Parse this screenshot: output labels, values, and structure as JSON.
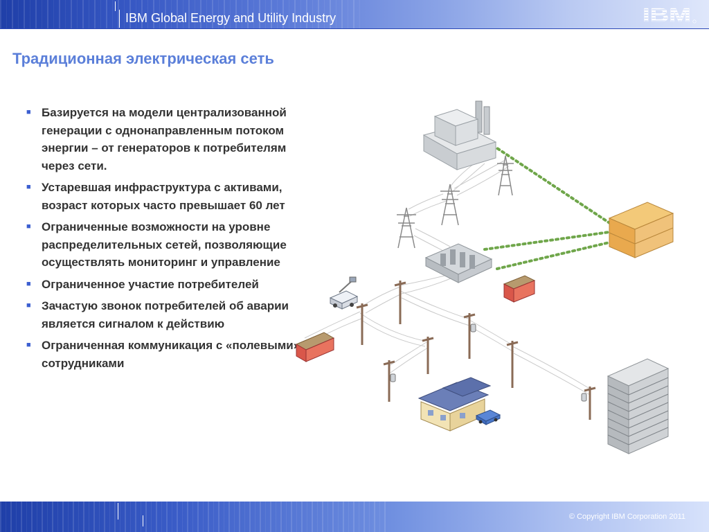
{
  "header": {
    "title": "IBM Global Energy and Utility Industry",
    "logo_text": "IBM"
  },
  "slide": {
    "title": "Традиционная электрическая сеть",
    "bullets": [
      "Базируется на модели централизованной генерации с однонаправленным потоком энергии – от генераторов к потребителям через сети.",
      "Устаревшая инфраструктура с активами, возраст которых часто превышает 60 лет",
      "Ограниченные возможности на уровне распределительных сетей, позволяющие осуществлять мониторинг и управление",
      "Ограниченное участие потребителей",
      "Зачастую звонок потребителей об аварии является сигналом к действию",
      "Ограниченная коммуникация с «полевыми» сотрудниками"
    ]
  },
  "footer": {
    "copyright": "© Copyright IBM Corporation 2011"
  },
  "colors": {
    "title_blue": "#5b7fd9",
    "bar_blue": "#2b47b5",
    "bullet_marker": "#3c5fd0",
    "comm_link_green": "#6fa64a"
  }
}
